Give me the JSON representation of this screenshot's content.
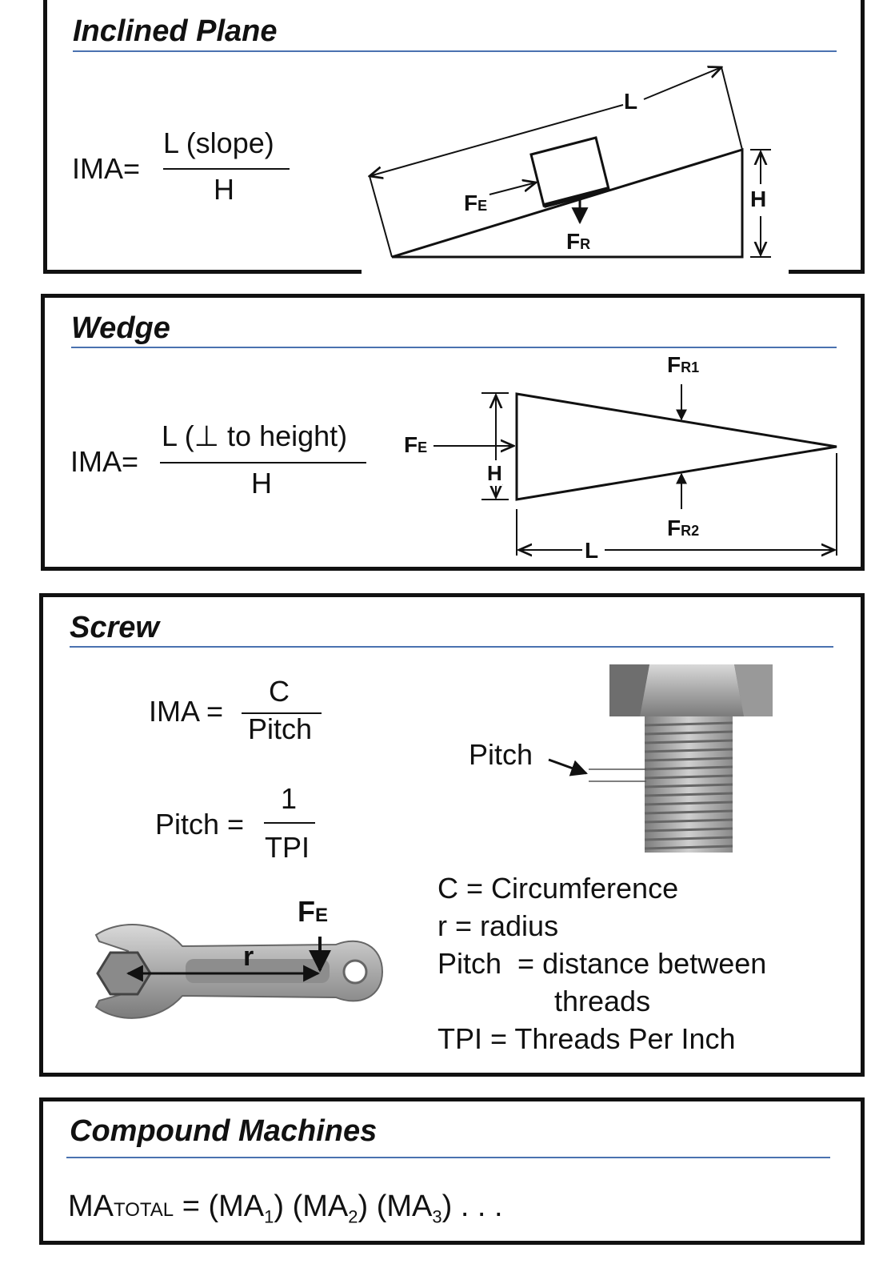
{
  "inclined_plane": {
    "title": "Inclined Plane",
    "ima_label": "IMA=",
    "numerator": "L (slope)",
    "denominator": "H",
    "fig": {
      "L": "L",
      "H": "H",
      "FE": "F",
      "FE_sub": "E",
      "FR": "F",
      "FR_sub": "R"
    }
  },
  "wedge": {
    "title": "Wedge",
    "ima_label": "IMA=",
    "numerator": "L (⊥ to height)",
    "denominator": "H",
    "fig": {
      "FE": "F",
      "FE_sub": "E",
      "H": "H",
      "L": "L",
      "FR1": "F",
      "FR1_sub": "R1",
      "FR2": "F",
      "FR2_sub": "R2"
    }
  },
  "screw": {
    "title": "Screw",
    "ima_label": "IMA =",
    "ima_num": "C",
    "ima_den": "Pitch",
    "pitch_label": "Pitch =",
    "pitch_num": "1",
    "pitch_den": "TPI",
    "bolt_pitch": "Pitch",
    "wrench_r": "r",
    "wrench_fe": "F",
    "wrench_fe_sub": "E",
    "legend": [
      "C = Circumference",
      "r = radius",
      "Pitch  = distance between",
      "threads",
      "TPI = Threads Per Inch"
    ]
  },
  "compound": {
    "title": "Compound Machines",
    "ma": "MA",
    "ma_sub": "TOTAL",
    "eq": "= (MA",
    "s1": "1",
    "p2": ") (MA",
    "s2": "2",
    "p3": ") (MA",
    "s3": "3",
    "tail": ") . . ."
  },
  "colors": {
    "rule": "#4a72b0",
    "border": "#111111",
    "metal": "#a8a8a8"
  }
}
